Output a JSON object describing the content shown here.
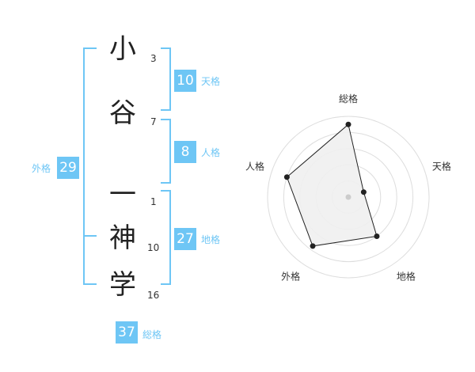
{
  "name": {
    "chars": [
      "小",
      "谷",
      "一",
      "神",
      "学"
    ],
    "strokes": [
      "3",
      "7",
      "1",
      "10",
      "16"
    ]
  },
  "kaku": {
    "tenkaku": {
      "value": "10",
      "label": "天格"
    },
    "jinkaku": {
      "value": "8",
      "label": "人格"
    },
    "chikaku": {
      "value": "27",
      "label": "地格"
    },
    "gaikaku": {
      "value": "29",
      "label": "外格"
    },
    "soukaku": {
      "value": "37",
      "label": "総格"
    }
  },
  "radar": {
    "axes": [
      "総格",
      "天格",
      "地格",
      "外格",
      "人格"
    ],
    "values": [
      0.9,
      0.2,
      0.6,
      0.75,
      0.8
    ],
    "colors": {
      "fill": "#f0f0f0",
      "line": "#222222",
      "grid": "#dddddd",
      "center": "#cccccc"
    }
  }
}
